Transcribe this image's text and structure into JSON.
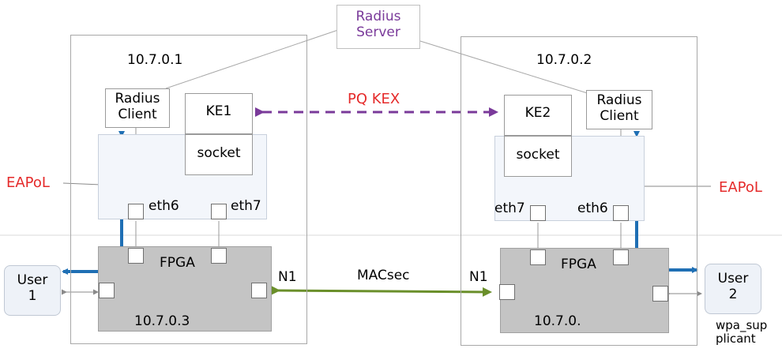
{
  "radius_server": {
    "label_line1": "Radius",
    "label_line2": "Server",
    "color": "#7a3a9a"
  },
  "left_host": {
    "ip": "10.7.0.1",
    "radius_client_line1": "Radius",
    "radius_client_line2": "Client",
    "ke": "KE1",
    "socket": "socket",
    "eth_left": "eth6",
    "eth_right": "eth7",
    "fpga": "FPGA",
    "fpga_ip": "10.7.0.3",
    "n1": "N1",
    "eapol": "EAPoL"
  },
  "right_host": {
    "ip": "10.7.0.2",
    "radius_client_line1": "Radius",
    "radius_client_line2": "Client",
    "ke": "KE2",
    "socket": "socket",
    "eth_left": "eth7",
    "eth_right": "eth6",
    "fpga": "FPGA",
    "fpga_ip": "10.7.0.",
    "n1": "N1",
    "eapol": "EAPoL"
  },
  "links": {
    "pq_kex": "PQ KEX",
    "macsec": "MACsec"
  },
  "user1": {
    "line1": "User",
    "line2": "1"
  },
  "user2": {
    "line1": "User",
    "line2": "2"
  },
  "supplicant": {
    "line1": "wpa_sup",
    "line2": "plicant"
  },
  "colors": {
    "eapol_red": "#e52a2a",
    "pq_purple": "#7a3a9a",
    "macsec_green": "#6a8f2a",
    "eapol_blue": "#1f6fb4"
  }
}
